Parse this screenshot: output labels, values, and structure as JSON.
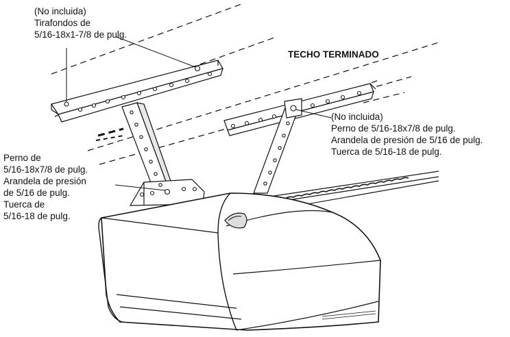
{
  "ceiling_label": "TECHO TERMINADO",
  "callouts": {
    "lag_screws": [
      "(No incluida)",
      "Tirafondos de",
      "5/16-18x1-7/8 de pulg."
    ],
    "bolt_right": [
      "(No incluida)",
      "Perno de 5/16-18x7/8 de pulg.",
      "Arandela de presión de 5/16 de pulg.",
      "Tuerca de 5/16-18 de pulg."
    ],
    "bolt_left": [
      "Perno de",
      "5/16-18x7/8 de pulg.",
      "Arandela de presión",
      "de 5/16 de pulg.",
      "Tuerca de",
      "5/16-18 de pulg."
    ]
  },
  "line_color": "#111111",
  "background_color": "#ffffff"
}
